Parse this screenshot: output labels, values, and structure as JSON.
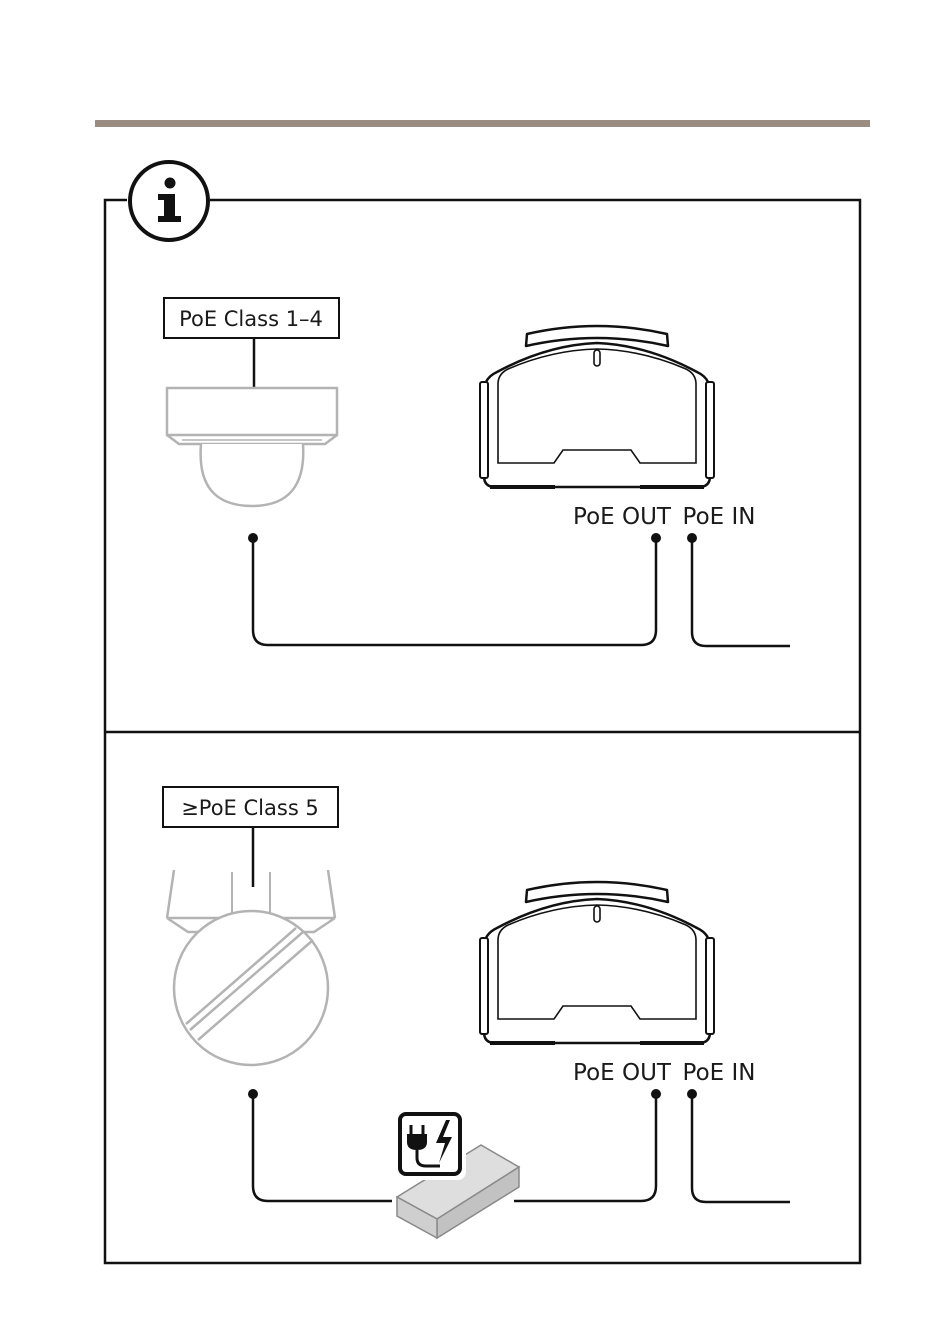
{
  "header": {
    "rule_color": "#9a8c80"
  },
  "info": {
    "icon": "info-icon"
  },
  "panel_top": {
    "device_tag": "PoE Class 1–4",
    "port_out": "PoE OUT",
    "port_in": "PoE IN"
  },
  "panel_bottom": {
    "device_tag": "≥PoE Class 5",
    "port_out": "PoE OUT",
    "port_in": "PoE IN",
    "power_icon": "power-plug-icon"
  },
  "colors": {
    "line": "#111111",
    "device_gray": "#b3b3b3",
    "injector_fill": "#cfcfcf",
    "injector_stroke": "#888888"
  }
}
